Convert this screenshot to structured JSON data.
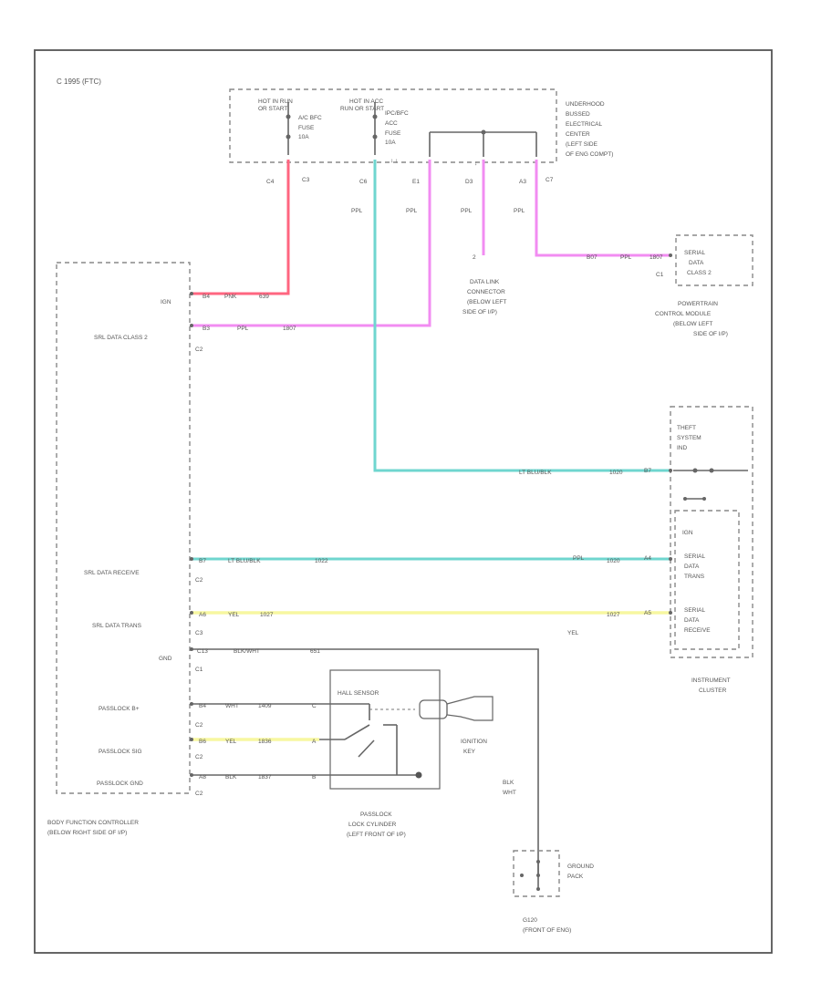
{
  "colors": {
    "red": "#ff6680",
    "pink": "#f28cf2",
    "cyan": "#6fd6cf",
    "yellow": "#f7f7a0",
    "ground": "#666666"
  },
  "diagram": {
    "corner_code": "C 1995 (FTC)",
    "footer_code": "",
    "fuses": {
      "hot_in_run": [
        "HOT IN RUN",
        "OR START"
      ],
      "hot_in_acc": [
        "HOT IN ACC",
        "RUN OR START"
      ],
      "fuse_a": [
        "A/C BFC",
        "FUSE",
        "10A"
      ],
      "fuse_b": [
        "IPC/BFC",
        "ACC",
        "FUSE",
        "10A"
      ],
      "underhood": [
        "UNDERHOOD",
        "BUSSED",
        "ELECTRICAL",
        "CENTER",
        "(LEFT SIDE",
        "OF ENG COMPT)"
      ]
    },
    "connector_labels": {
      "c4": "C4",
      "c3a": "C3",
      "c6": "C6",
      "e1": "E1",
      "d3": "D3",
      "a3": "A3",
      "c7": "C7",
      "wire_a": "PPL",
      "wire_b": "PPL",
      "wire_c": "PPL",
      "wire_d": "PPL"
    },
    "bfc": {
      "ign": "IGN",
      "srl_class2": "SRL DATA CLASS 2",
      "srl_class2_conn": "C2",
      "srl_receive": "SRL DATA RECEIVE",
      "srl_receive_conn": "C2",
      "srl_trans": "SRL DATA TRANS",
      "srl_trans_conn": "C3",
      "gnd": "GND",
      "gnd_conn": "C1",
      "passlock_b": "PASSLOCK B+",
      "passlock_b_conn": "C2",
      "passlock_sig": "PASSLOCK SIG",
      "passlock_sig_conn": "C2",
      "passlock_gnd": "PASSLOCK GND",
      "passlock_gnd_conn": "C2",
      "name": [
        "BODY FUNCTION CONTROLLER",
        "(BELOW RIGHT SIDE OF I/P)"
      ]
    },
    "wire_labels": {
      "ign_a": "B4",
      "ign_b": "PNK",
      "ign_c": "639",
      "c2_a": "B3",
      "c2_b": "PPL",
      "c2_c": "1807",
      "theft_a": "LT BLU/BLK",
      "theft_b": "1020",
      "theft_c": "B7",
      "recv_a": "B7",
      "recv_b": "LT BLU/BLK",
      "recv_c": "1022",
      "recv_d": "PPL",
      "recv_e": "1020",
      "recv_f": "A4",
      "trans_a": "A6",
      "trans_b": "YEL",
      "trans_c": "1027",
      "trans_d": "1027",
      "trans_e": "A5",
      "trans_f": "YEL",
      "gnd_a": "C13",
      "gnd_b": "BLK/WHT",
      "gnd_c": "651",
      "pb_a": "B4",
      "pb_b": "WHT",
      "pb_c": "1409",
      "pb_d": "C",
      "ps_a": "B6",
      "ps_b": "YEL",
      "ps_c": "1836",
      "ps_d": "A",
      "pg_a": "A8",
      "pg_b": "BLK",
      "pg_c": "1837",
      "pg_d": "B",
      "pcm_a": "B07",
      "pcm_b": "PPL",
      "pcm_c": "1807",
      "pcm_d": "C1",
      "blk_wht": [
        "BLK",
        "WHT"
      ]
    },
    "dlc": {
      "pin": "2",
      "name": [
        "DATA LINK",
        "CONNECTOR",
        "(BELOW LEFT",
        "SIDE OF I/P)"
      ]
    },
    "pcm": {
      "box": [
        "SERIAL",
        "DATA",
        "CLASS 2"
      ],
      "name": [
        "POWERTRAIN",
        "CONTROL MODULE",
        "(BELOW LEFT",
        "SIDE OF I/P)"
      ]
    },
    "cluster": {
      "theft": [
        "THEFT",
        "SYSTEM",
        "IND"
      ],
      "ign": "IGN",
      "trans": [
        "SERIAL",
        "DATA",
        "TRANS"
      ],
      "recv": [
        "SERIAL",
        "DATA",
        "RECEIVE"
      ],
      "name": [
        "INSTRUMENT",
        "CLUSTER"
      ]
    },
    "lock_cyl": {
      "sensor": "HALL SENSOR",
      "key": [
        "IGNITION",
        "KEY"
      ],
      "name": [
        "PASSLOCK",
        "LOCK CYLINDER",
        "(LEFT FRONT OF I/P)"
      ]
    },
    "ground": {
      "box": [
        "GROUND",
        "PACK"
      ],
      "name": [
        "G120",
        "(FRONT OF ENG)"
      ]
    }
  }
}
